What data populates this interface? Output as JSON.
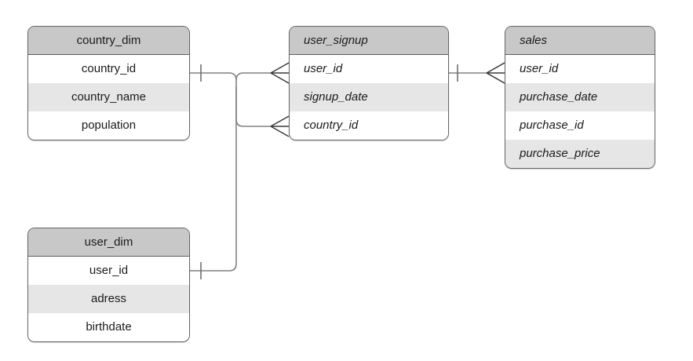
{
  "diagram": {
    "type": "entity-relationship-diagram",
    "notation": "crow's foot",
    "colors": {
      "header_fill": "#c8c8c8",
      "row_fill": "#ffffff",
      "row_alt_fill": "#e6e6e6",
      "border": "#666666",
      "connector": "#808080",
      "text": "#1a1a1a"
    }
  },
  "entities": [
    {
      "id": "country_dim",
      "title": "country_dim",
      "fields": [
        "country_id",
        "country_name",
        "population"
      ]
    },
    {
      "id": "user_signup",
      "title": "user_signup",
      "fields": [
        "user_id",
        "signup_date",
        "country_id"
      ]
    },
    {
      "id": "sales",
      "title": "sales",
      "fields": [
        "user_id",
        "purchase_date",
        "purchase_id",
        "purchase_price"
      ]
    },
    {
      "id": "user_dim",
      "title": "user_dim",
      "fields": [
        "user_id",
        "adress",
        "birthdate"
      ]
    }
  ],
  "relationships": [
    {
      "id": "country_dim-to-user_signup",
      "from": "country_dim.country_id",
      "to": "user_signup.country_id",
      "from_cardinality": "one",
      "to_cardinality": "many"
    },
    {
      "id": "country_dim-to-user_signup-user_id",
      "from": "country_dim.country_id",
      "to": "user_signup.user_id",
      "from_cardinality": "one",
      "to_cardinality": "many"
    },
    {
      "id": "user_dim-to-user_signup",
      "from": "user_dim.user_id",
      "to": "user_signup.user_id",
      "from_cardinality": "one",
      "to_cardinality": "many"
    },
    {
      "id": "user_signup-to-sales",
      "from": "user_signup.user_id",
      "to": "sales.user_id",
      "from_cardinality": "one",
      "to_cardinality": "many"
    }
  ]
}
